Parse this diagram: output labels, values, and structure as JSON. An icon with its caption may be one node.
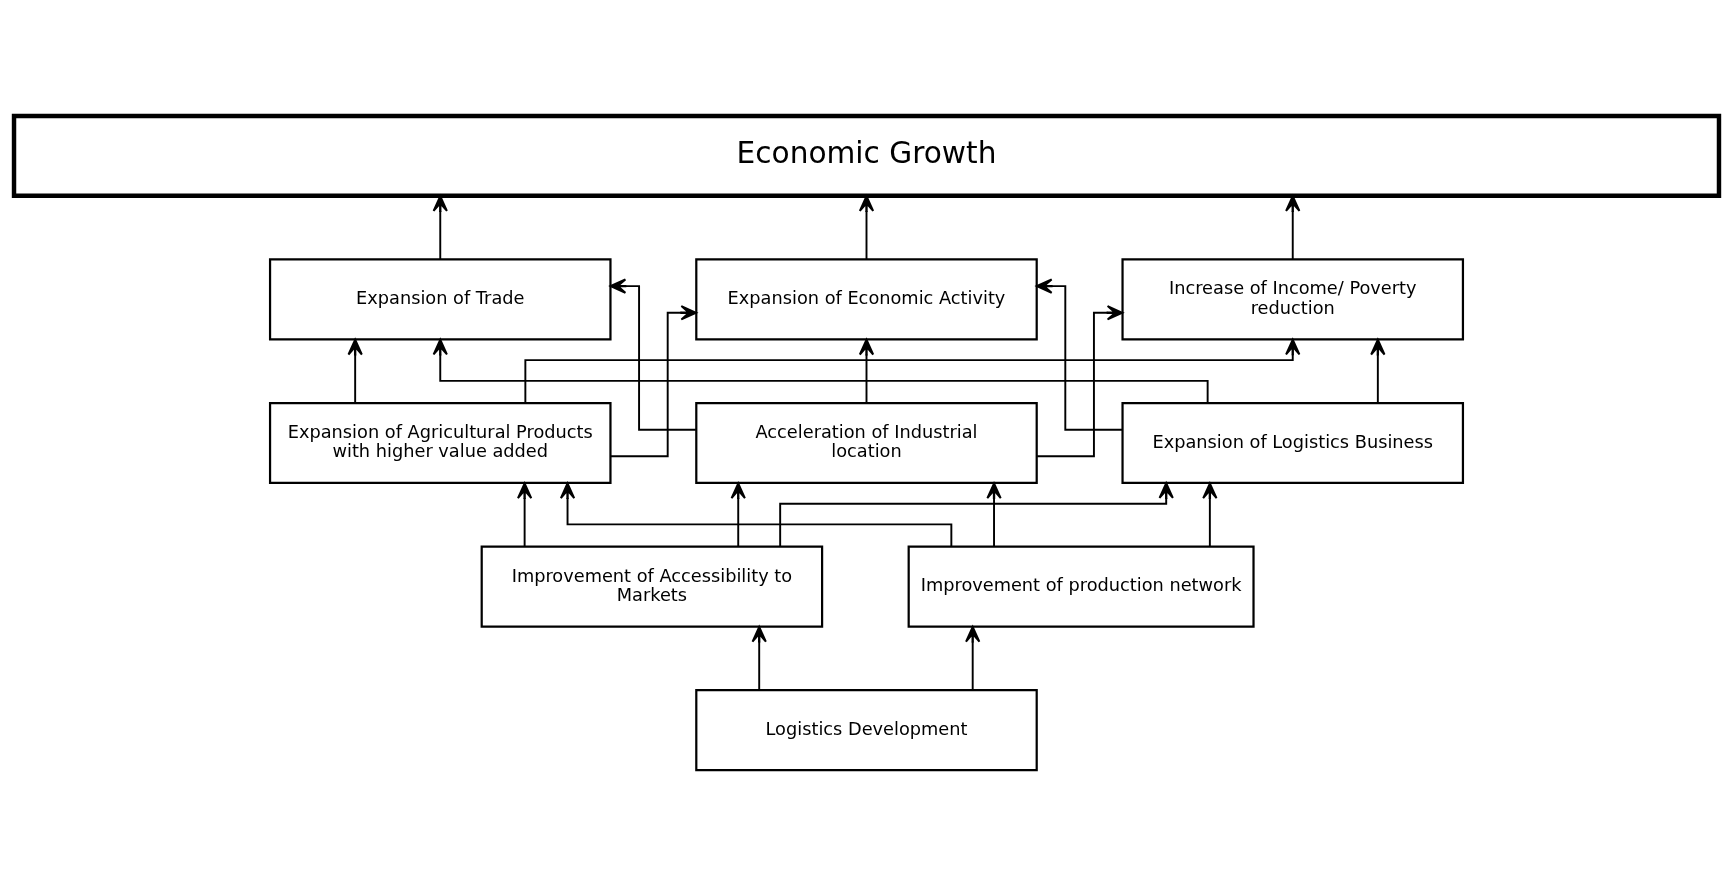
{
  "diagram": {
    "nodes": [
      {
        "text": [
          "Economic Growth"
        ]
      },
      {
        "text": [
          "Expansion of Trade"
        ]
      },
      {
        "text": [
          "Expansion of Economic Activity"
        ]
      },
      {
        "text": [
          "Increase of Income/ Poverty reduction"
        ]
      },
      {
        "text": [
          "Expansion of Agricultural Products with higher value added"
        ]
      },
      {
        "text": [
          "Acceleration of Industrial location"
        ]
      },
      {
        "text": [
          "Expansion of Logistics Business"
        ]
      },
      {
        "text": [
          "Improvement of Accessibility to Markets"
        ]
      },
      {
        "text": [
          "Improvement of production network"
        ]
      },
      {
        "text": [
          "Logistics Development"
        ]
      }
    ],
    "edges": [
      {
        "from": 9,
        "to": 7,
        "arrow": "to"
      },
      {
        "from": 9,
        "to": 8,
        "arrow": "to"
      },
      {
        "from": 7,
        "to": 4,
        "arrow": "to"
      },
      {
        "from": 7,
        "to": 5,
        "arrow": "to"
      },
      {
        "from": 7,
        "to": 6,
        "arrow": "to"
      },
      {
        "from": 8,
        "to": 4,
        "arrow": "to"
      },
      {
        "from": 8,
        "to": 5,
        "arrow": "to"
      },
      {
        "from": 8,
        "to": 6,
        "arrow": "to"
      },
      {
        "from": 4,
        "to": 1,
        "arrow": "to"
      },
      {
        "from": 4,
        "to": 2,
        "arrow": "to"
      },
      {
        "from": 4,
        "to": 3,
        "arrow": "to"
      },
      {
        "from": 5,
        "to": 1,
        "arrow": "to"
      },
      {
        "from": 5,
        "to": 2,
        "arrow": "to"
      },
      {
        "from": 5,
        "to": 3,
        "arrow": "to"
      },
      {
        "from": 6,
        "to": 1,
        "arrow": "to"
      },
      {
        "from": 6,
        "to": 2,
        "arrow": "to"
      },
      {
        "from": 6,
        "to": 3,
        "arrow": "to"
      },
      {
        "from": 1,
        "to": 0,
        "arrow": "to"
      },
      {
        "from": 2,
        "to": 0,
        "arrow": "to"
      },
      {
        "from": 3,
        "to": 0,
        "arrow": "to"
      }
    ]
  }
}
